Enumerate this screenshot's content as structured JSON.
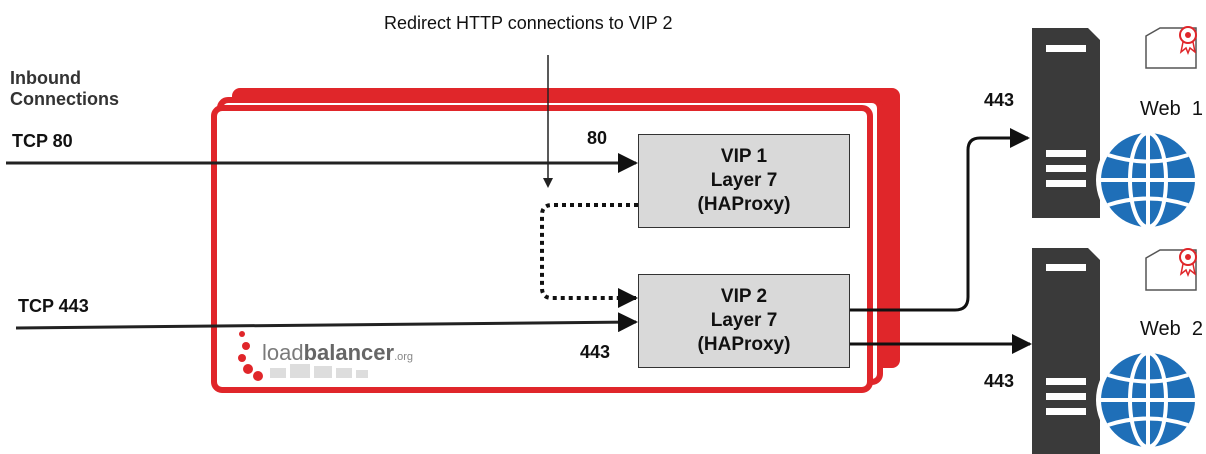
{
  "annotation": "Redirect HTTP connections to VIP 2",
  "inbound": {
    "line1": "Inbound",
    "line2": "Connections"
  },
  "ports": {
    "tcp80": "TCP 80",
    "tcp443": "TCP 443",
    "p80": "80",
    "p443_in": "443",
    "p443_web1": "443",
    "p443_web2": "443"
  },
  "vip1": {
    "line1": "VIP 1",
    "line2": "Layer 7",
    "line3": "(HAProxy)"
  },
  "vip2": {
    "line1": "VIP 2",
    "line2": "Layer 7",
    "line3": "(HAProxy)"
  },
  "servers": {
    "web1": "Web  1",
    "web2": "Web  2"
  },
  "logo": {
    "prefix": "load",
    "main": "balancer",
    "suffix": ".org"
  },
  "colors": {
    "appliance_red": "#e0262a",
    "server_dark": "#3a3a3a",
    "globe_blue": "#1f6fb8",
    "vip_fill": "#d9d9d9"
  }
}
